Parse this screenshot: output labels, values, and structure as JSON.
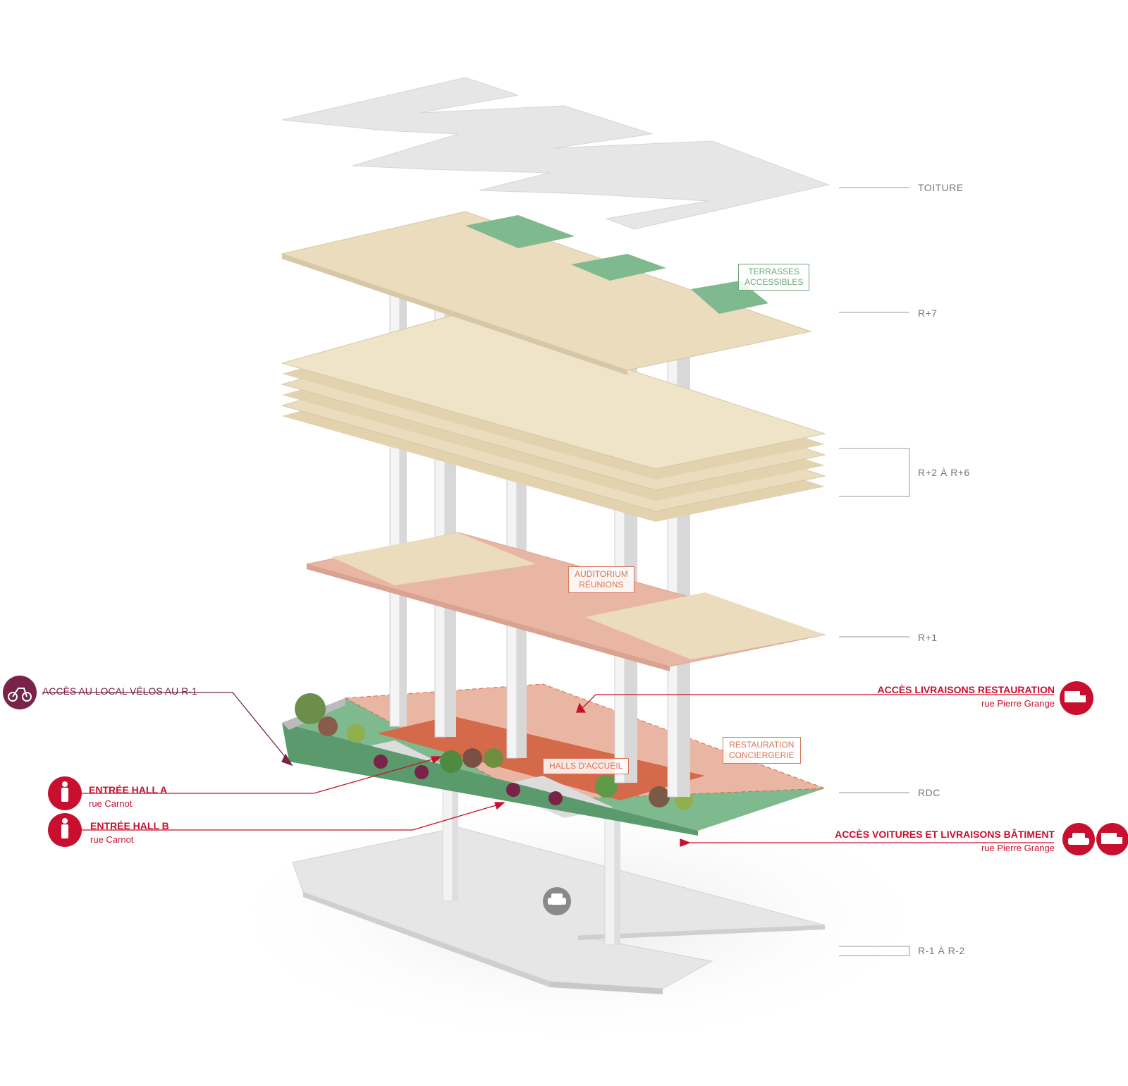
{
  "levels": {
    "toiture": "TOITURE",
    "r7": "R+7",
    "r2r6": "R+2 À R+6",
    "r1": "R+1",
    "rdc": "RDC",
    "r1r2": "R-1 À R-2"
  },
  "callouts": {
    "terrasses": [
      "TERRASSES",
      "ACCESSIBLES"
    ],
    "auditorium": [
      "AUDITORIUM",
      "RÉUNIONS"
    ],
    "halls": "HALLS D'ACCUEIL",
    "restauration": [
      "RESTAURATION",
      "CONCIERGERIE"
    ]
  },
  "access": {
    "velos": {
      "title": "ACCÈS AU LOCAL VÉLOS AU R-1",
      "icon": "bicycle-icon"
    },
    "hall_a": {
      "title": "ENTRÉE HALL A",
      "sub": "rue Carnot",
      "icon": "pedestrian-icon"
    },
    "hall_b": {
      "title": "ENTRÉE HALL B",
      "sub": "rue Carnot",
      "icon": "pedestrian-icon"
    },
    "livraisons_resto": {
      "title": "ACCÈS LIVRAISONS RESTAURATION",
      "sub": "rue Pierre Grange",
      "icon": "truck-icon"
    },
    "voitures": {
      "title": "ACCÈS VOITURES ET LIVRAISONS BÂTIMENT",
      "sub": "rue Pierre Grange",
      "icons": [
        "car-icon",
        "truck-icon"
      ]
    }
  },
  "colors": {
    "red": "#c8102e",
    "maroon": "#7a2348",
    "beige": "#eadcbd",
    "salmon": "#e9b8a6",
    "terracotta": "#d46a4a",
    "green": "#7fb98e",
    "grey": "#e0e0e0"
  }
}
